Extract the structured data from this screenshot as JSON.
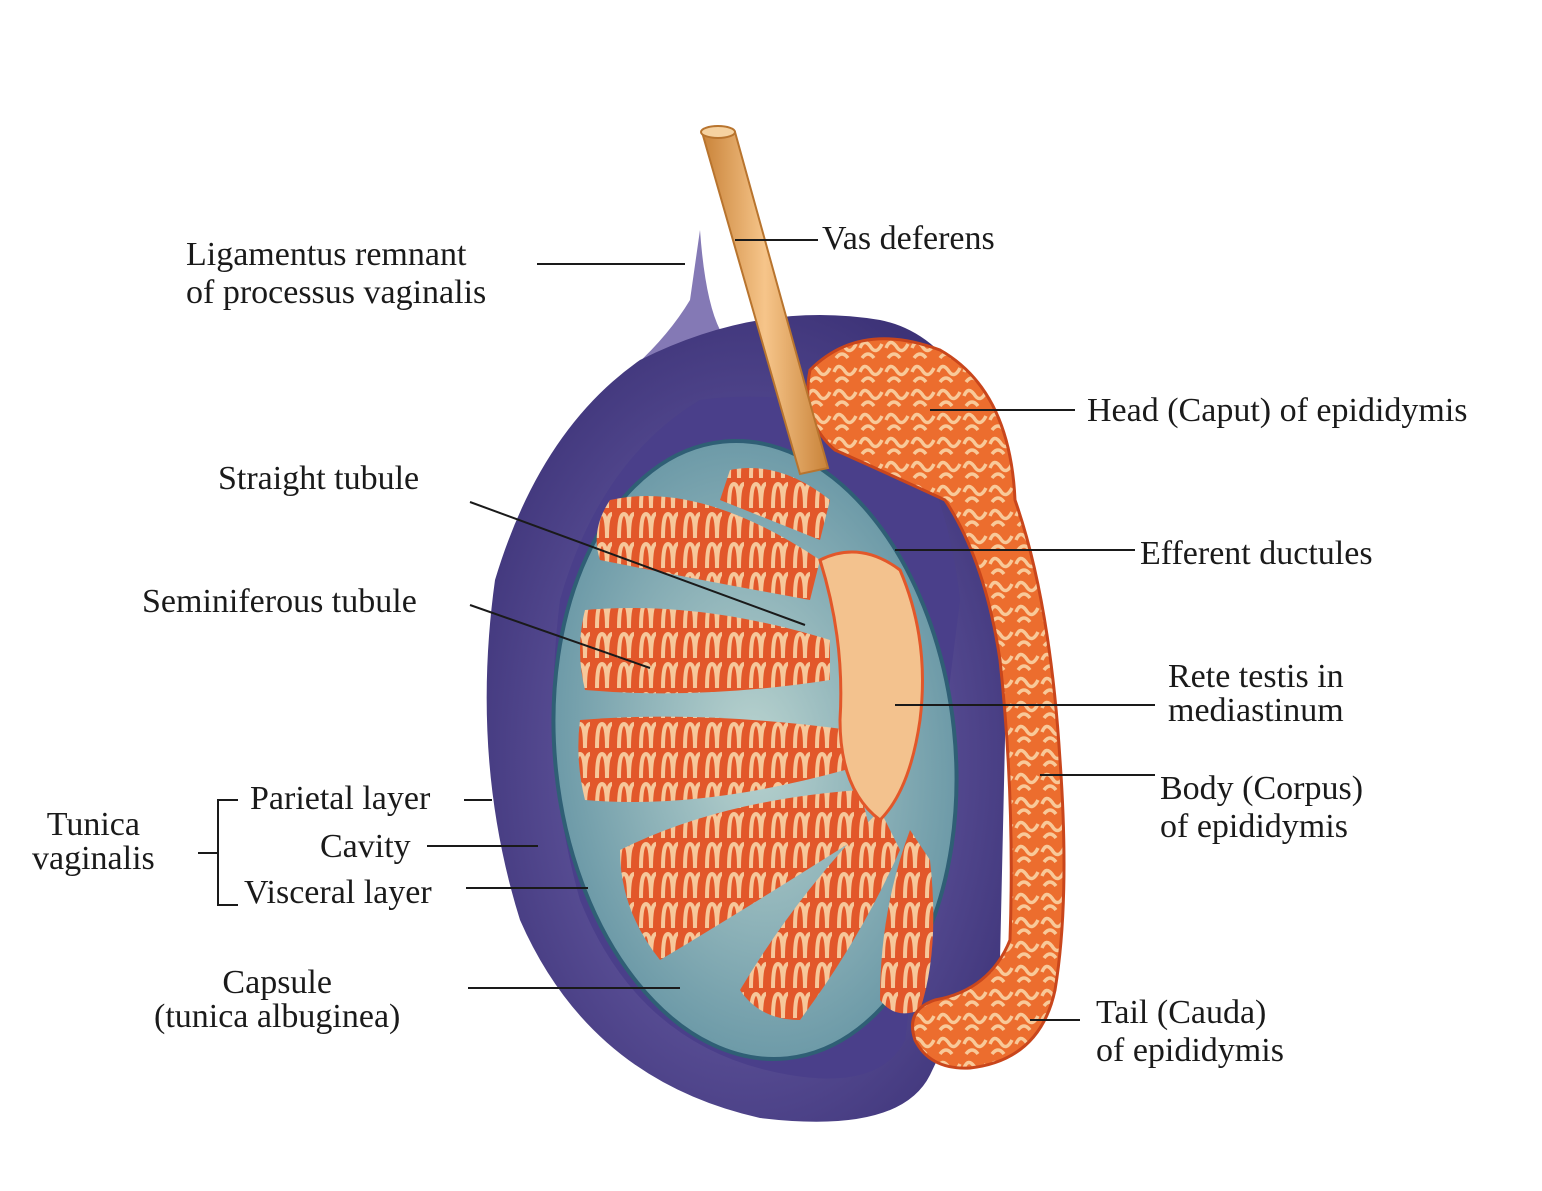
{
  "labels": {
    "ligament": [
      "Ligamentus remnant",
      "of processus vaginalis"
    ],
    "vas_deferens": "Vas deferens",
    "head_epididymis": "Head (Caput) of epididymis",
    "straight_tubule": "Straight tubule",
    "efferent_ductules": "Efferent ductules",
    "seminiferous_tubule": "Seminiferous tubule",
    "rete_testis": [
      "Rete testis in",
      "mediastinum"
    ],
    "tunica_vaginalis": [
      "Tunica",
      "vaginalis"
    ],
    "parietal_layer": "Parietal layer",
    "cavity": "Cavity",
    "visceral_layer": "Visceral layer",
    "body_epididymis": [
      "Body (Corpus)",
      "of epididymis"
    ],
    "capsule": [
      "Capsule",
      "(tunica albuginea)"
    ],
    "tail_epididymis": [
      "Tail (Cauda)",
      "of epididymis"
    ]
  },
  "colors": {
    "tunica_outer": "#5a4e9a",
    "tunica_dark": "#3d3378",
    "capsule": "#8fb3b8",
    "lobule": "#e2572a",
    "tubule_light": "#f6c79a",
    "epididymis": "#f07a3a",
    "vas": "#e8a055"
  }
}
